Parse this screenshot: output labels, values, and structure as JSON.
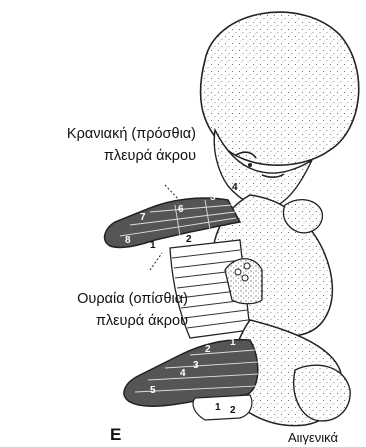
{
  "labels": {
    "cranial_line1": "Κρανιακή (πρόσθια)",
    "cranial_line2": "πλευρά άκρου",
    "caudal_line1": "Ουραία (οπίσθια)",
    "caudal_line2": "πλευρά άκρου"
  },
  "panel_letter": "E",
  "corner_text": "Αιιγενικά",
  "upper_limb_segments": [
    "1",
    "2",
    "4",
    "5",
    "6",
    "7",
    "8"
  ],
  "lower_limb_segments": [
    "1",
    "2",
    "3",
    "4",
    "5",
    "1",
    "2"
  ],
  "colors": {
    "dermatome": "#555555",
    "outline": "#222222",
    "stipple": "#444444"
  }
}
